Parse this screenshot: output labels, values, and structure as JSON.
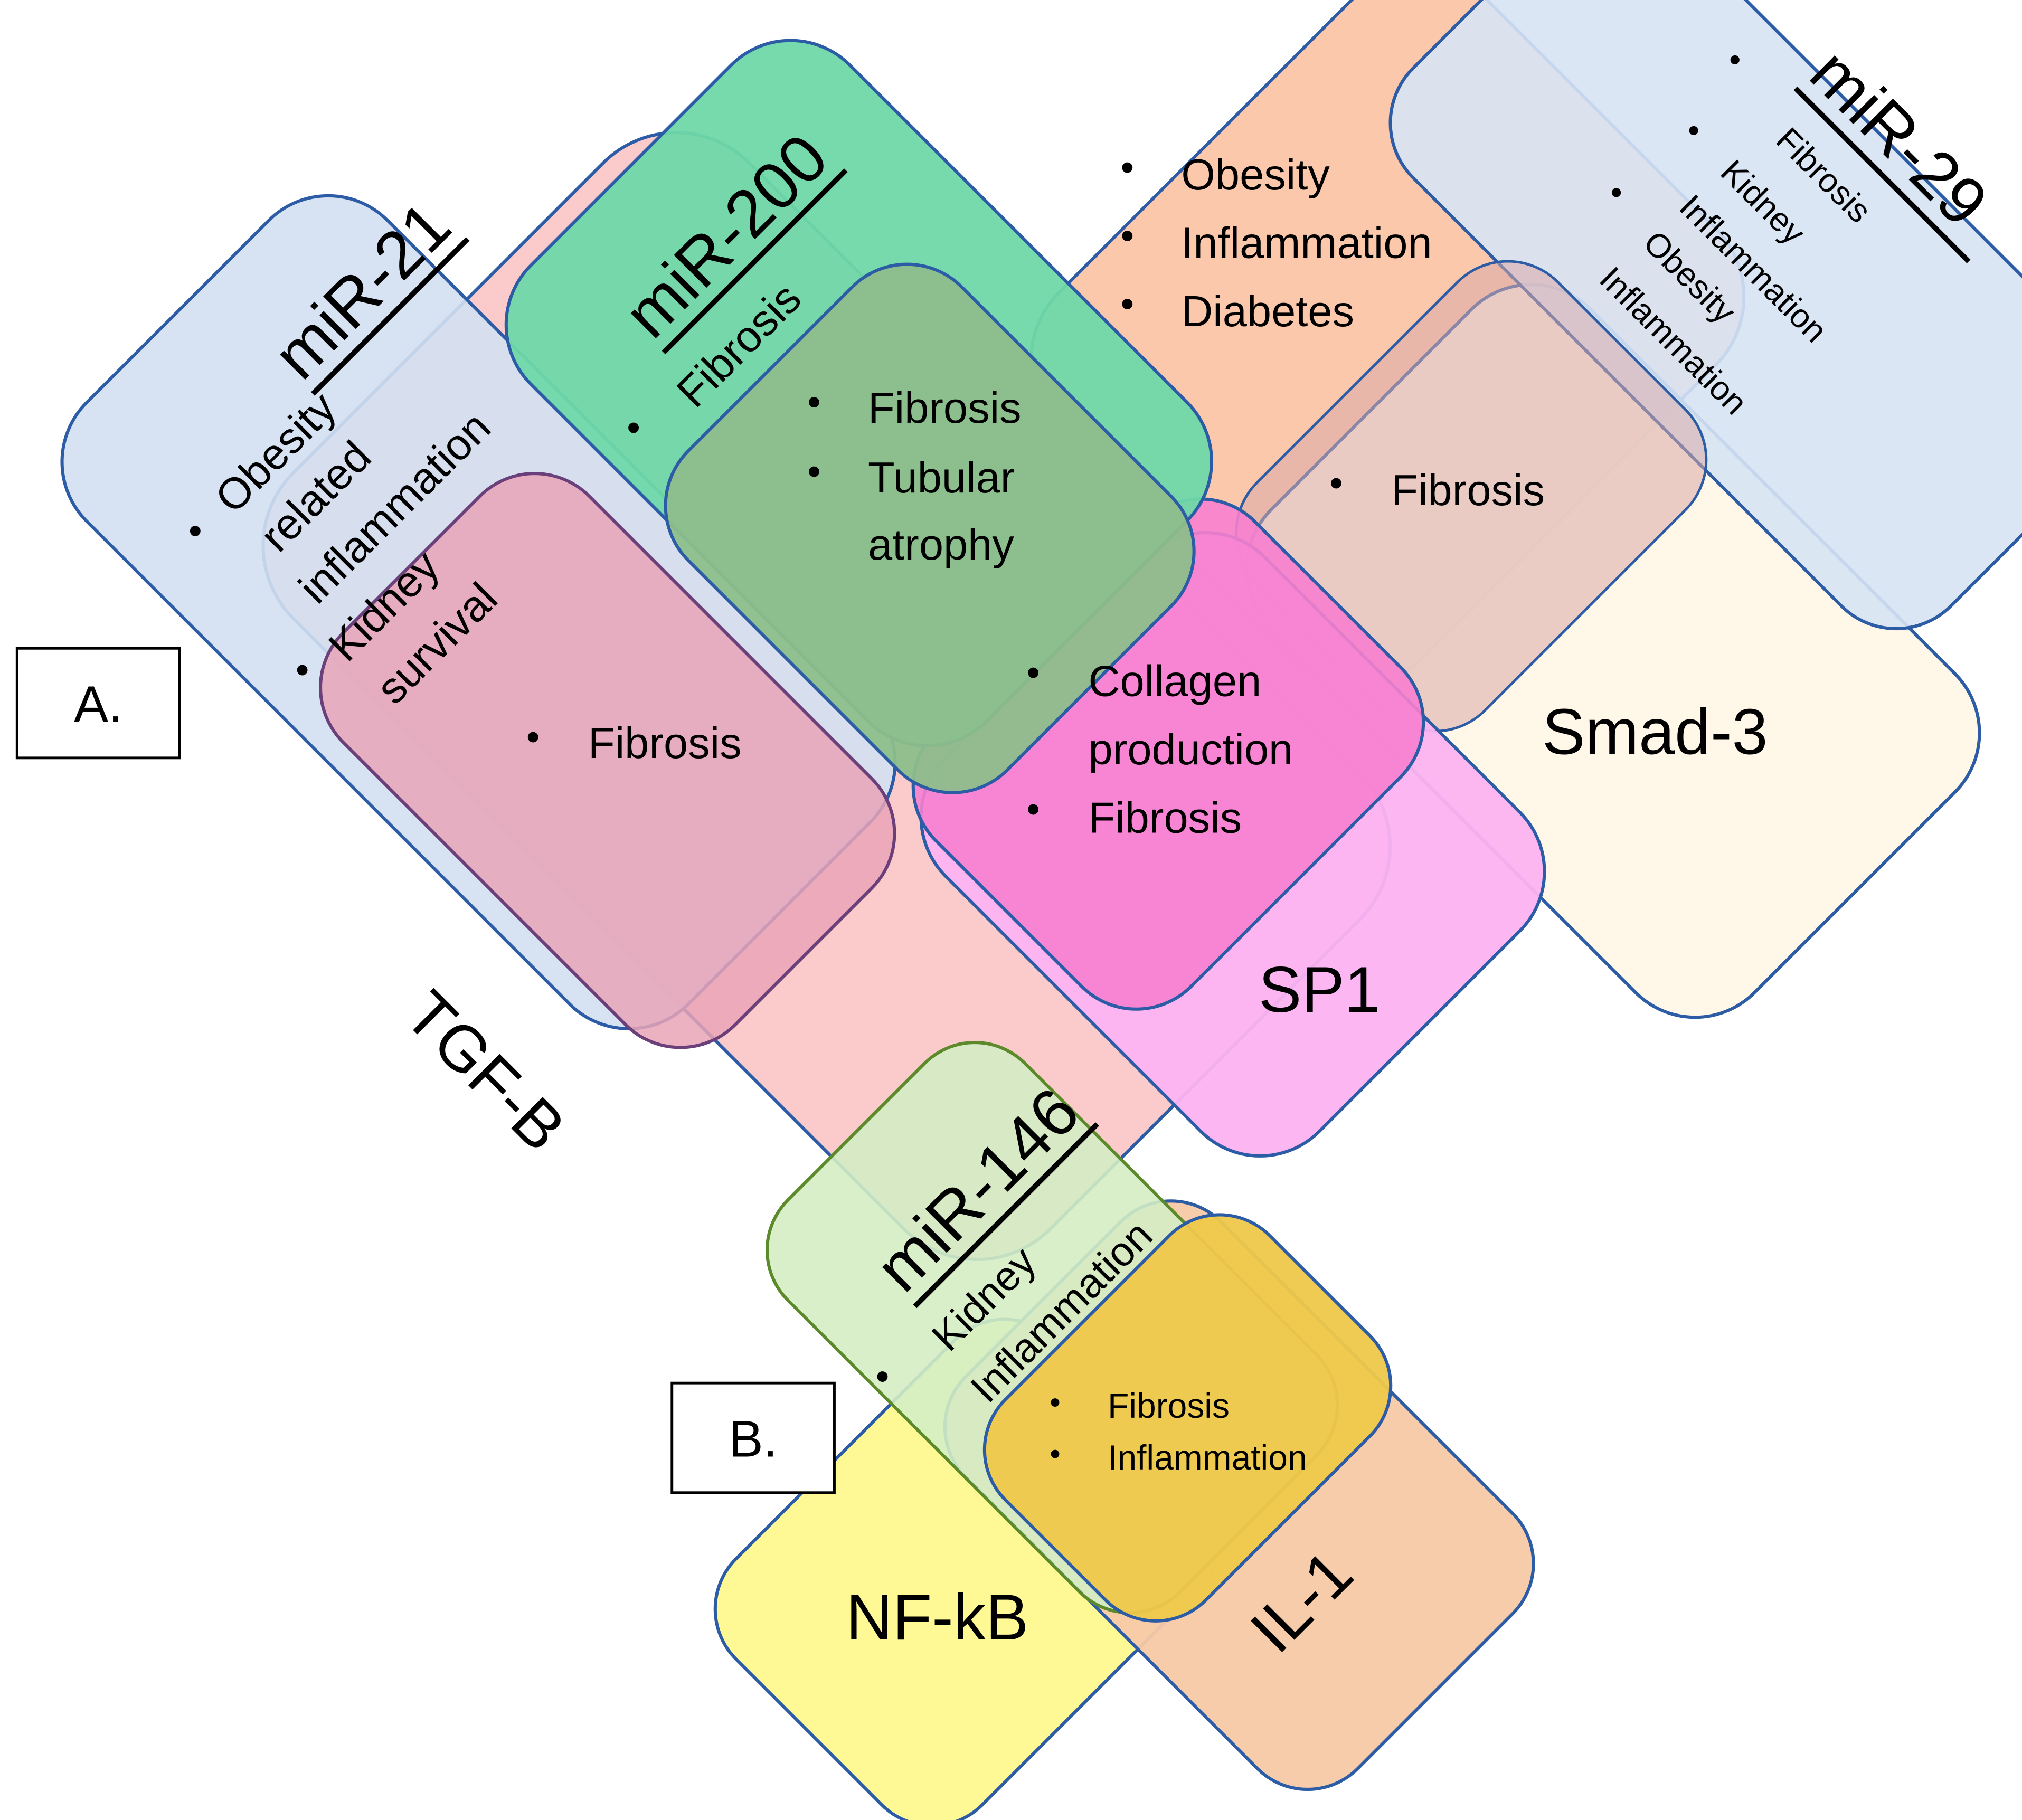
{
  "colors": {
    "border": "#2c5ca6",
    "mir21": "#d3e0f2",
    "mir200": "#6fd8a8",
    "mir29": "#d7e3f4",
    "tgfb": "#fbc8c8",
    "obesity_box": "#fcc5a8",
    "smad3": "#fff7e6",
    "sp1": "#fcb3f1",
    "mir146": "#d4edc4",
    "nfkb": "#fff98f",
    "il1": "#f7c9a6"
  },
  "panel_labels": {
    "a": "A.",
    "b": "B."
  },
  "mir21": {
    "title": "miR-21",
    "items": [
      "Obesity related inflammation",
      "Kidney survival"
    ]
  },
  "mir200": {
    "title": "miR-200",
    "subtitle": "Fibrosis"
  },
  "mir29": {
    "title": "miR-29",
    "items": [
      "Fibrosis",
      "Kidney Inflammation",
      "Obesity Inflammation"
    ]
  },
  "mir146": {
    "title": "miR-146",
    "items": [
      "Kidney Inflammation"
    ]
  },
  "tgfb": {
    "label": "TGF-B"
  },
  "smad3": {
    "label": "Smad-3"
  },
  "sp1": {
    "label": "SP1"
  },
  "nfkb": {
    "label": "NF-kB"
  },
  "il1": {
    "label": "IL-1"
  },
  "overlap_mir21_tgfb": {
    "items": [
      "Fibrosis"
    ]
  },
  "overlap_mir200_tgfb": {
    "items": [
      "Fibrosis",
      "Tubular atrophy"
    ]
  },
  "top_box": {
    "items": [
      "Obesity",
      "Inflammation",
      "Diabetes"
    ]
  },
  "overlap_center": {
    "items": [
      "Fibrosis"
    ]
  },
  "overlap_sp1": {
    "items": [
      "Collagen production",
      "Fibrosis"
    ]
  },
  "overlap_b": {
    "items": [
      "Fibrosis",
      "Inflammation"
    ]
  }
}
